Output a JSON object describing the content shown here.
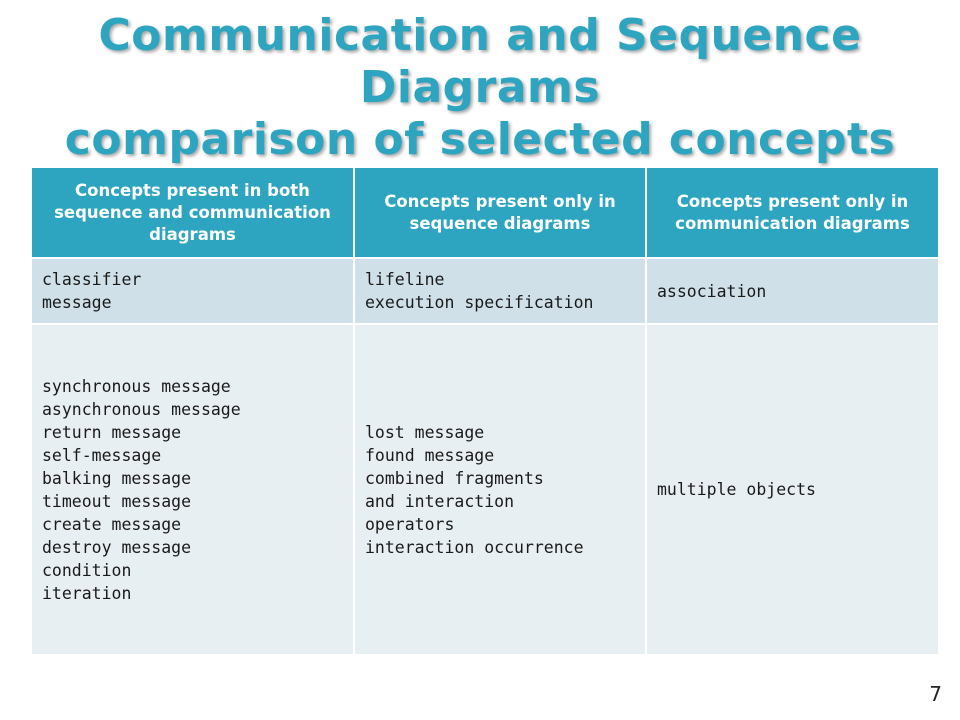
{
  "slide": {
    "title_lines": [
      "Communication and Sequence Diagrams",
      "comparison of selected concepts"
    ],
    "page_number": "7",
    "colors": {
      "accent": "#2ea5c0",
      "header_text": "#ffffff",
      "row_band_dark": "#cfe0e8",
      "row_band_light": "#e8eff3"
    }
  },
  "table": {
    "headers": [
      "Concepts present in both sequence and communication diagrams",
      "Concepts present only in sequence diagrams",
      "Concepts present only in communication diagrams"
    ],
    "rows": [
      {
        "cells": [
          [
            "classifier",
            "message"
          ],
          [
            "lifeline",
            "execution specification"
          ],
          [
            "association"
          ]
        ]
      },
      {
        "cells": [
          [
            "synchronous message",
            "asynchronous message",
            "return message",
            "self-message",
            "balking message",
            "timeout message",
            "create message",
            "destroy message",
            "condition",
            "iteration"
          ],
          [
            "lost message",
            "found message",
            "combined fragments",
            "and interaction",
            "operators",
            "interaction occurrence"
          ],
          [
            "multiple objects"
          ]
        ]
      }
    ]
  }
}
